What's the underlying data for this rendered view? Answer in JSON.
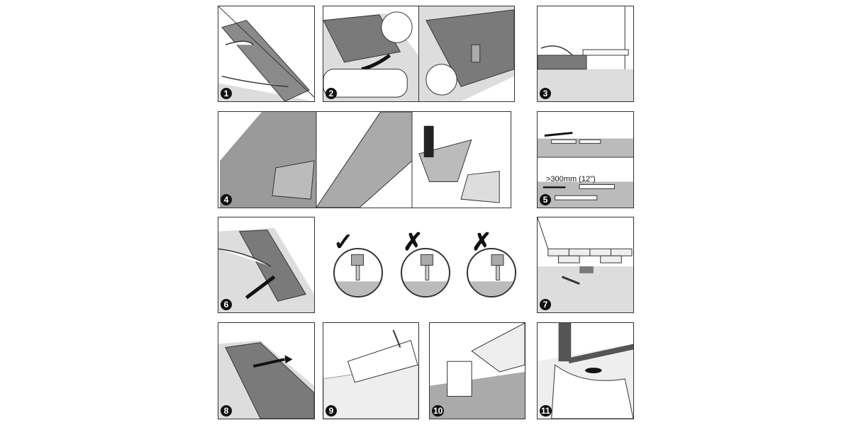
{
  "steps": [
    {
      "number": "1"
    },
    {
      "number": "2"
    },
    {
      "number": "3"
    },
    {
      "number": "4"
    },
    {
      "number": "5",
      "note": ">300mm (12\")"
    },
    {
      "number": "6"
    },
    {
      "number": "7"
    },
    {
      "number": "8"
    },
    {
      "number": "9"
    },
    {
      "number": "10"
    },
    {
      "number": "11"
    }
  ],
  "hammer_checks": [
    {
      "mark": "✓",
      "meaning": "correct"
    },
    {
      "mark": "✗",
      "meaning": "incorrect"
    },
    {
      "mark": "✗",
      "meaning": "incorrect"
    }
  ],
  "colors": {
    "floor": "#bdbdbd",
    "plank": "#7a7a7a",
    "line": "#333333",
    "badge": "#111111"
  }
}
